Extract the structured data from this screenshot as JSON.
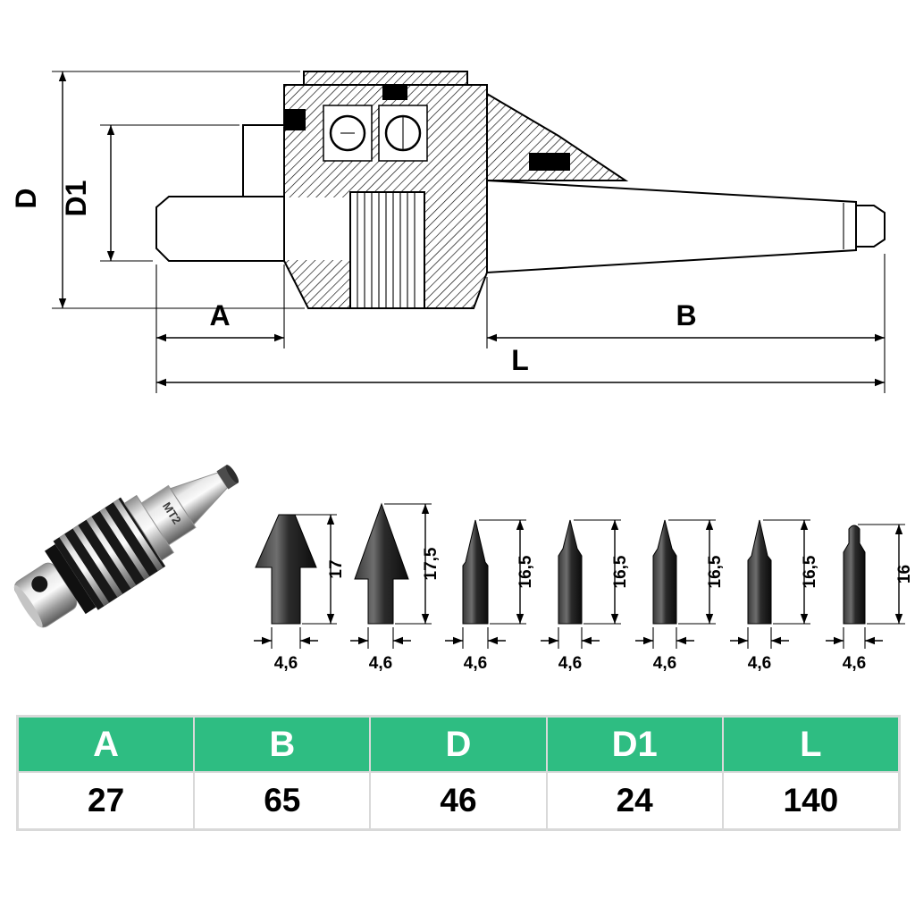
{
  "drawing": {
    "labels": {
      "d": "D",
      "d1": "D1",
      "a": "A",
      "b": "B",
      "l": "L"
    }
  },
  "photo": {
    "marking": "MT2"
  },
  "tips": [
    {
      "shape": "flat-cone",
      "height": "17",
      "width": "4,6"
    },
    {
      "shape": "sharp-cone",
      "height": "17,5",
      "width": "4,6"
    },
    {
      "shape": "bullet",
      "height": "16,5",
      "width": "4,6"
    },
    {
      "shape": "needle",
      "height": "16,5",
      "width": "4,6"
    },
    {
      "shape": "needle",
      "height": "16,5",
      "width": "4,6"
    },
    {
      "shape": "needle2",
      "height": "16,5",
      "width": "4,6"
    },
    {
      "shape": "dome",
      "height": "16",
      "width": "4,6"
    }
  ],
  "table": {
    "headers": [
      "A",
      "B",
      "D",
      "D1",
      "L"
    ],
    "values": [
      "27",
      "65",
      "46",
      "24",
      "140"
    ]
  },
  "colors": {
    "header_green": "#2ebd82",
    "table_border": "#d9d9d9"
  }
}
